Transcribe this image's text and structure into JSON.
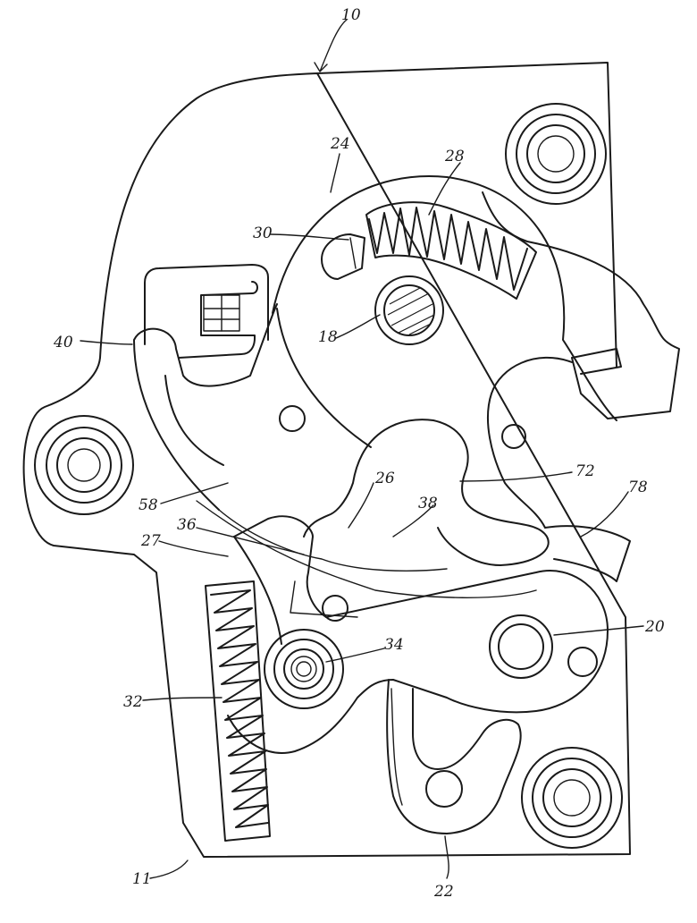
{
  "figure": {
    "labels": {
      "l10": "10",
      "l11": "11",
      "l18": "18",
      "l20": "20",
      "l22": "22",
      "l24": "24",
      "l26": "26",
      "l27": "27",
      "l28": "28",
      "l30": "30",
      "l32": "32",
      "l34": "34",
      "l36": "36",
      "l38": "38",
      "l40": "40",
      "l58": "58",
      "l72": "72",
      "l78": "78"
    }
  }
}
